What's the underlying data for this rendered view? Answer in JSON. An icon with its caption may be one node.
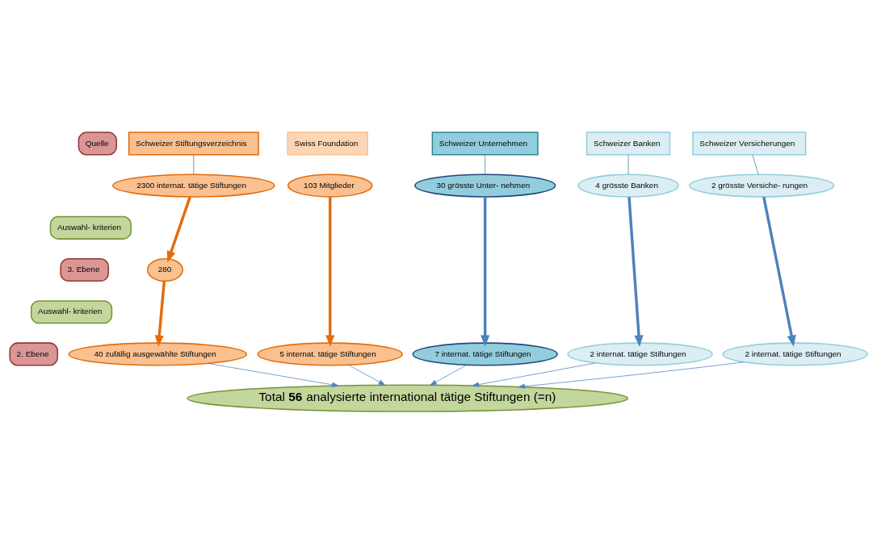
{
  "diagram": {
    "nodes": [
      {
        "text": [
          "Quelle"
        ]
      },
      {
        "text": [
          "Schweizer Stiftungsverzeichnis"
        ]
      },
      {
        "text": [
          "Swiss Foundation"
        ]
      },
      {
        "text": [
          "Schweizer Unternehmen"
        ]
      },
      {
        "text": [
          "Schweizer Banken"
        ]
      },
      {
        "text": [
          "Schweizer Versicherungen"
        ]
      },
      {
        "text": [
          "2300 internat. tätige Stiftungen"
        ]
      },
      {
        "text": [
          "103 Mitglieder"
        ]
      },
      {
        "text": [
          "30 grösste Unter- nehmen"
        ]
      },
      {
        "text": [
          "4 grösste Banken"
        ]
      },
      {
        "text": [
          "2 grösste Versiche- rungen"
        ]
      },
      {
        "text": [
          "Auswahl- kriterien"
        ]
      },
      {
        "text": [
          "3. Ebene"
        ]
      },
      {
        "text": [
          "280"
        ]
      },
      {
        "text": [
          "Auswahl- kriterien"
        ]
      },
      {
        "text": [
          "2. Ebene"
        ]
      },
      {
        "text": [
          "40 zufällig ausgewählte Stiftungen"
        ]
      },
      {
        "text": [
          "5 internat. tätige Stiftungen"
        ]
      },
      {
        "text": [
          "7 internat. tätige Stiftungen"
        ]
      },
      {
        "text": [
          "2 internat. tätige Stiftungen"
        ]
      },
      {
        "text": [
          "2 internat. tätige Stiftungen"
        ]
      },
      {
        "text": [
          "Total **56** analysierte international tätige Stiftungen (=n)"
        ]
      }
    ],
    "edges": [
      {
        "from": 1,
        "to": 6,
        "arrow": "none",
        "color": "#31859c"
      },
      {
        "from": 3,
        "to": 8,
        "arrow": "none",
        "color": "#31859c"
      },
      {
        "from": 4,
        "to": 9,
        "arrow": "none",
        "color": "#31859c"
      },
      {
        "from": 5,
        "to": 10,
        "arrow": "none",
        "color": "#31859c"
      },
      {
        "from": 6,
        "to": 13,
        "arrow": "to",
        "style": "thick",
        "color": "#e46c0a"
      },
      {
        "from": 13,
        "to": 16,
        "arrow": "to",
        "style": "thick",
        "color": "#e46c0a"
      },
      {
        "from": 7,
        "to": 17,
        "arrow": "to",
        "style": "thick",
        "color": "#e46c0a"
      },
      {
        "from": 8,
        "to": 18,
        "arrow": "to",
        "style": "thick"
      },
      {
        "from": 9,
        "to": 19,
        "arrow": "to",
        "style": "thick"
      },
      {
        "from": 10,
        "to": 20,
        "arrow": "to",
        "style": "thick"
      },
      {
        "from": 16,
        "to": 21,
        "arrow": "to"
      },
      {
        "from": 17,
        "to": 21,
        "arrow": "to"
      },
      {
        "from": 18,
        "to": 21,
        "arrow": "to"
      },
      {
        "from": 19,
        "to": 21,
        "arrow": "to"
      },
      {
        "from": 20,
        "to": 21,
        "arrow": "to"
      }
    ]
  }
}
